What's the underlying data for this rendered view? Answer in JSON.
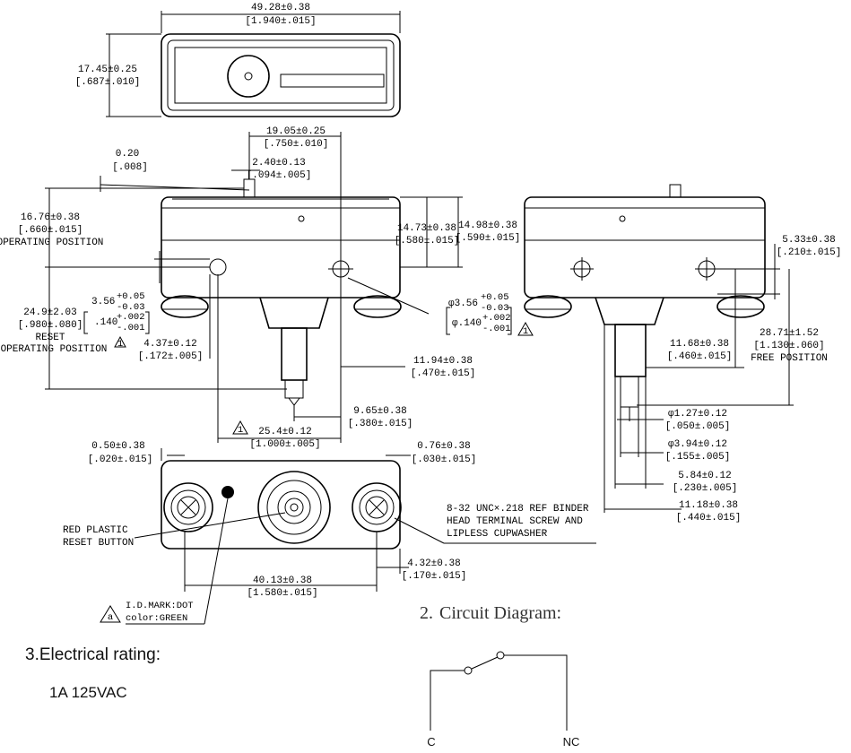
{
  "top_view": {
    "width_mm": "49.28±0.38",
    "width_in": "[1.940±.015]",
    "height_mm": "17.45±0.25",
    "height_in": "[.687±.010]"
  },
  "front_view": {
    "d1_mm": "19.05±0.25",
    "d1_in": "[.750±.010]",
    "d2_mm": "0.20",
    "d2_in": "[.008]",
    "d3_mm": "2.40±0.13",
    "d3_in": "[.094±.005]",
    "d4_mm": "16.76±0.38",
    "d4_in": "[.660±.015]",
    "d4_label": "OPERATING POSITION",
    "d5_mm": "14.73±0.38",
    "d5_in": "[.580±.015]",
    "d6_mm": "14.98±0.38",
    "d6_in": "[.590±.015]",
    "d7_mm": "24.9±2.03",
    "d7_in": "[.980±.080]",
    "d7_label1": "RESET",
    "d7_label2": "OPERATING POSITION",
    "d8_mm": "3.56",
    "d8_tol_up": "+0.05",
    "d8_tol_dn": "-0.03",
    "d8_in": ".140",
    "d8_in_up": "+.002",
    "d8_in_dn": "-.001",
    "d9_mm": "4.37±0.12",
    "d9_in": "[.172±.005]",
    "d10_mm": "φ3.56",
    "d10_tol_up": "+0.05",
    "d10_tol_dn": "-0.03",
    "d10_in": "φ.140",
    "d10_in_up": "+.002",
    "d10_in_dn": "-.001",
    "d11_mm": "11.94±0.38",
    "d11_in": "[.470±.015]",
    "d12_mm": "9.65±0.38",
    "d12_in": "[.380±.015]",
    "d13_mm": "25.4±0.12",
    "d13_in": "[1.000±.005]"
  },
  "side_view": {
    "d1_mm": "5.33±0.38",
    "d1_in": "[.210±.015]",
    "d2_mm": "28.71±1.52",
    "d2_in": "[1.130±.060]",
    "d2_label": "FREE POSITION",
    "d3_mm": "11.68±0.38",
    "d3_in": "[.460±.015]",
    "d4_mm": "φ1.27±0.12",
    "d4_in": "[.050±.005]",
    "d5_mm": "φ3.94±0.12",
    "d5_in": "[.155±.005]",
    "d6_mm": "5.84±0.12",
    "d6_in": "[.230±.005]",
    "d7_mm": "11.18±0.38",
    "d7_in": "[.440±.015]"
  },
  "bottom_view": {
    "d1_mm": "0.50±0.38",
    "d1_in": "[.020±.015]",
    "d2_mm": "0.76±0.38",
    "d2_in": "[.030±.015]",
    "d3_mm": "40.13±0.38",
    "d3_in": "[1.580±.015]",
    "d4_mm": "4.32±0.38",
    "d4_in": "[.170±.015]",
    "note1": "8-32 UNC×.218 REF BINDER",
    "note2": "HEAD TERMINAL SCREW AND",
    "note3": "LIPLESS CUPWASHER",
    "reset1": "RED PLASTIC",
    "reset2": "RESET BUTTON",
    "id1": "I.D.MARK:DOT",
    "id2": "color:GREEN",
    "id_sym": "a",
    "warn_sym": "1"
  },
  "circuit": {
    "title_num": "2.",
    "title": "Circuit Diagram:",
    "c_label": "C",
    "nc_label": "NC"
  },
  "electrical": {
    "title": "3.Electrical  rating:",
    "rating": "1A   125VAC"
  }
}
